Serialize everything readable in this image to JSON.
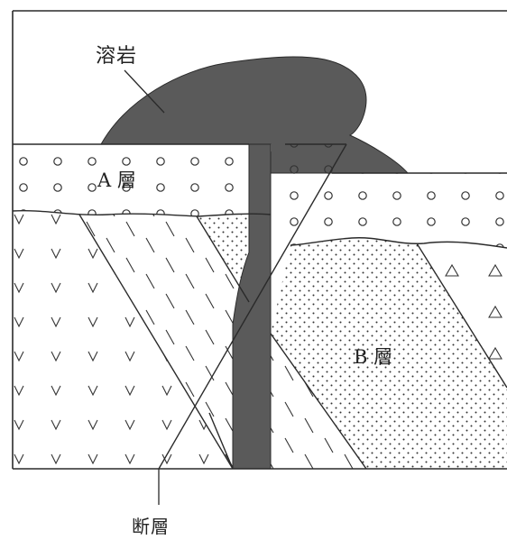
{
  "labels": {
    "lava": "溶岩",
    "layer_a": "A 層",
    "layer_b": "B 層",
    "fault": "断層"
  },
  "colors": {
    "lava": "#5a5a5a",
    "line": "#2a2a2a",
    "background": "#ffffff"
  }
}
